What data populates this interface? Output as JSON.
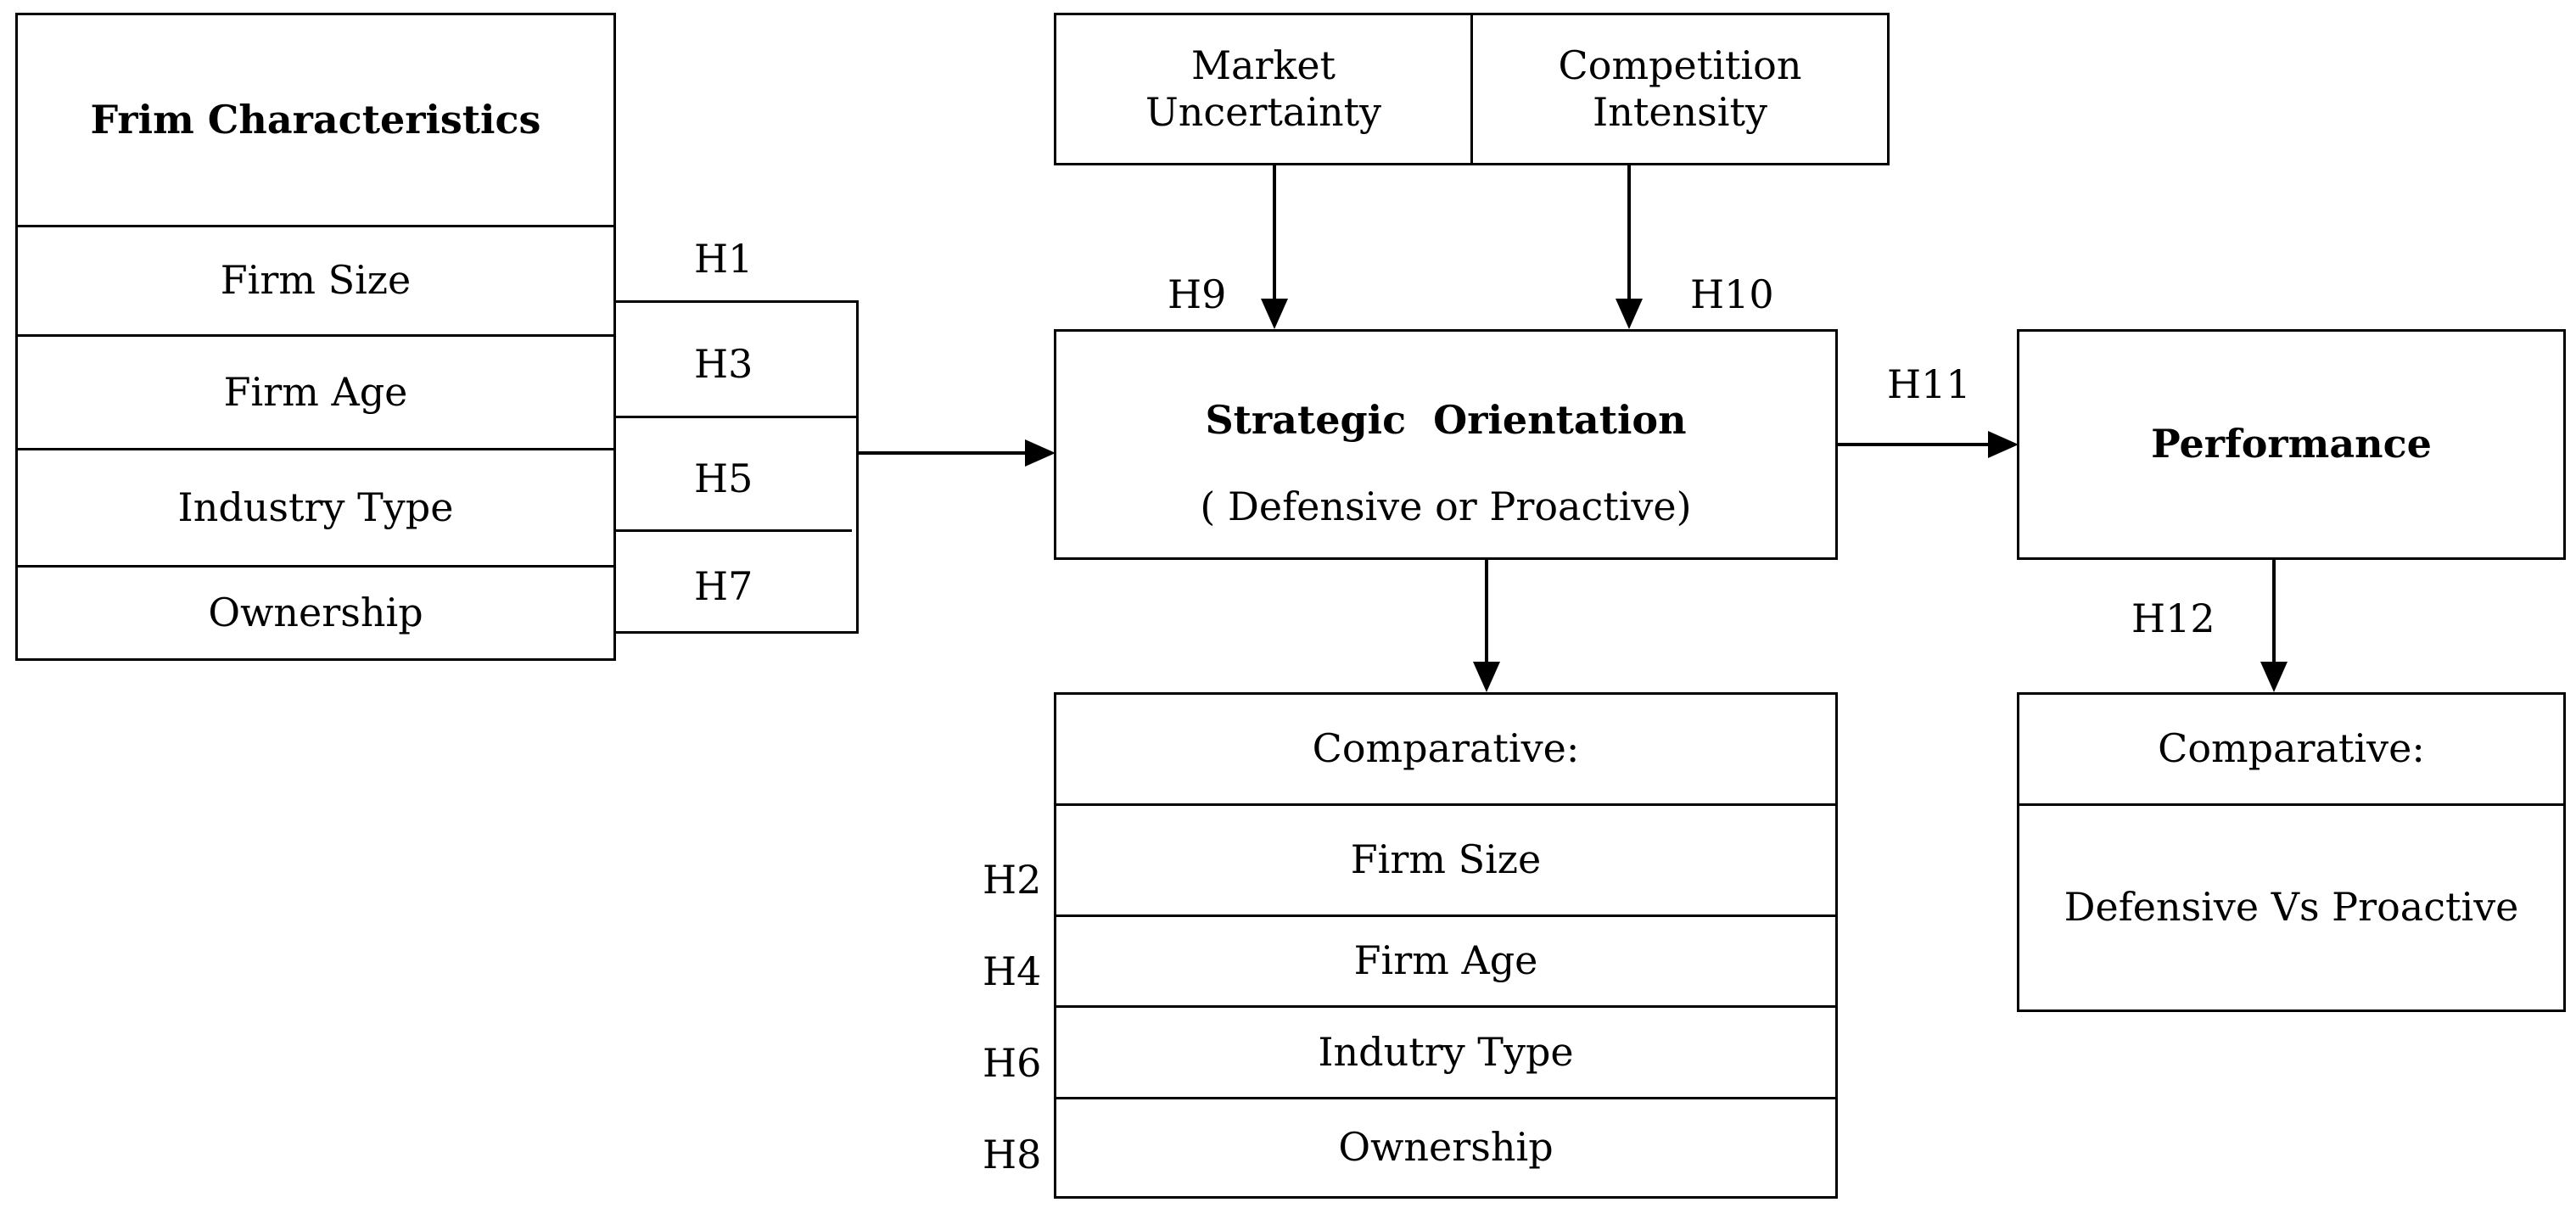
{
  "firm_characteristics": {
    "title": "Frim Characteristics",
    "items": [
      "Firm Size",
      "Firm Age",
      "Industry Type",
      "Ownership"
    ]
  },
  "hypotheses_left": [
    "H1",
    "H3",
    "H5",
    "H7"
  ],
  "moderators": {
    "market_uncertainty": [
      "Market",
      "Uncertainty"
    ],
    "competition_intensity": [
      "Competition",
      "Intensity"
    ],
    "h9": "H9",
    "h10": "H10"
  },
  "strategic_orientation": {
    "title": "Strategic  Orientation",
    "subtitle": "( Defensive or Proactive)"
  },
  "h11": "H11",
  "performance": {
    "title": "Performance"
  },
  "h12": "H12",
  "comparative_mid": {
    "header": "Comparative:",
    "items": [
      "Firm Size",
      "Firm Age",
      "Indutry Type",
      "Ownership"
    ],
    "hypotheses": [
      "H2",
      "H4",
      "H6",
      "H8"
    ]
  },
  "comparative_right": {
    "header": "Comparative:",
    "body": "Defensive Vs Proactive"
  }
}
